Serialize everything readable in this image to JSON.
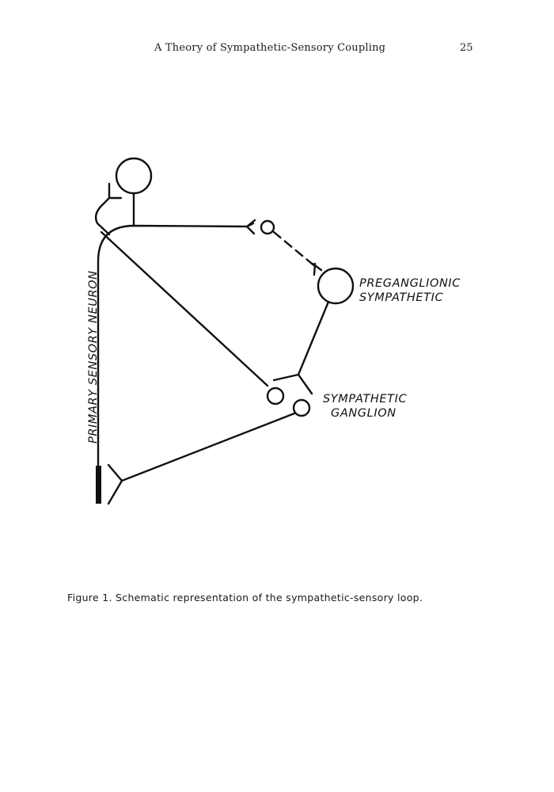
{
  "header": {
    "running_title": "A Theory of Sympathetic-Sensory Coupling",
    "page_number": "25"
  },
  "figure": {
    "labels": {
      "primary_sensory_neuron": "PRIMARY SENSORY NEURON",
      "preganglionic_line1": "PREGANGLIONIC",
      "preganglionic_line2": "SYMPATHETIC",
      "ganglion_line1": "SYMPATHETIC",
      "ganglion_line2": "GANGLION"
    }
  },
  "caption": {
    "text": "Figure 1. Schematic representation of the sympathetic-sensory loop."
  }
}
